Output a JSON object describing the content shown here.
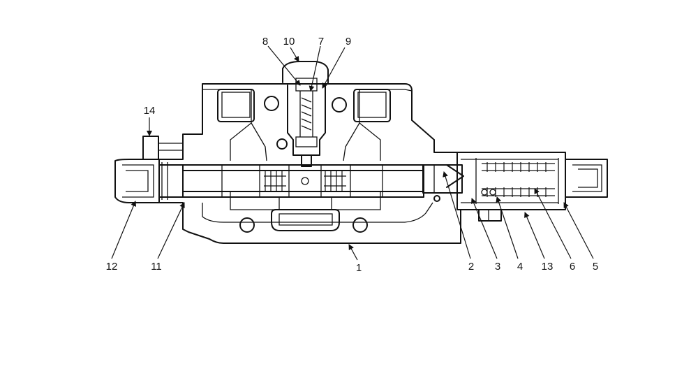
{
  "callouts": [
    {
      "id": "8",
      "label": "8"
    },
    {
      "id": "10",
      "label": "10"
    },
    {
      "id": "7",
      "label": "7"
    },
    {
      "id": "9",
      "label": "9"
    },
    {
      "id": "14",
      "label": "14"
    },
    {
      "id": "12",
      "label": "12"
    },
    {
      "id": "11",
      "label": "11"
    },
    {
      "id": "1",
      "label": "1"
    },
    {
      "id": "2",
      "label": "2"
    },
    {
      "id": "3",
      "label": "3"
    },
    {
      "id": "4",
      "label": "4"
    },
    {
      "id": "13",
      "label": "13"
    },
    {
      "id": "6",
      "label": "6"
    },
    {
      "id": "5",
      "label": "5"
    }
  ],
  "colors": {
    "ink": "#111111",
    "paper": "#ffffff"
  }
}
